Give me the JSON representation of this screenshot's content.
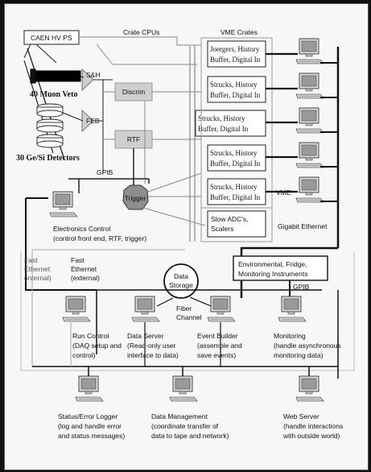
{
  "headers": {
    "crate_cpus": "Crate CPUs",
    "vme_crates": "VME Crates"
  },
  "detector": {
    "caen_hv_ps": "CAEN HV PS",
    "muon_veto": "40 Muon Veto",
    "gesi_detectors": "30 Ge/Si Detectors",
    "sh": "S&H",
    "feb": "FEB",
    "discrim": "Discrim",
    "rtf": "RTF",
    "trigger": "Trigger",
    "gpib_left": "GPIB",
    "gpib_right": "GPIB"
  },
  "vme_boxes": [
    {
      "line1": "Joergers, History",
      "line2": "Buffer, Digital In"
    },
    {
      "line1": "Strucks, History",
      "line2": "Buffer, Digital In"
    },
    {
      "line1": "Strucks, History",
      "line2": "Buffer, Digital In"
    },
    {
      "line1": "Strucks, History",
      "line2": "Buffer, Digital In"
    },
    {
      "line1": "Strucks, History",
      "line2": "Buffer, Digital In"
    },
    {
      "line1": "Slow ADC's,",
      "line2": "Scalers"
    }
  ],
  "vme_label": "VME",
  "gigabit_ethernet": "Gigabit Ethernet",
  "electronics_control": {
    "title": "Electronics Control",
    "desc": "(control front end, RTF, trigger)"
  },
  "fast_ethernet_internal": {
    "l1": "Fast",
    "l2": "Ethernet",
    "l3": "(internal)"
  },
  "fast_ethernet_external": {
    "l1": "Fast",
    "l2": "Ethernet",
    "l3": "(external)"
  },
  "data_storage": {
    "l1": "Data",
    "l2": "Storage"
  },
  "fiber_channel": {
    "l1": "Fiber",
    "l2": "Channel"
  },
  "environmental": {
    "l1": "Environmental, Fridge,",
    "l2": "Monitoring Instruments"
  },
  "nodes": {
    "run_control": {
      "title": "Run Control",
      "d1": "(DAQ setup and",
      "d2": "control)"
    },
    "data_server": {
      "title": "Data Server",
      "d1": "(Read-only user",
      "d2": "interface to data)"
    },
    "event_builder": {
      "title": "Event Builder",
      "d1": "(assemble and",
      "d2": "save events)"
    },
    "monitoring": {
      "title": "Monitoring",
      "d1": "(handle asynchronous",
      "d2": "monitoring data)"
    },
    "status_logger": {
      "title": "Status/Error Logger",
      "d1": "(log and handle error",
      "d2": "and status messages)"
    },
    "data_management": {
      "title": "Data Management",
      "d1": "(coordinate transfer of",
      "d2": "data to tape and network)"
    },
    "web_server": {
      "title": "Web Server",
      "d1": "(handle interactions",
      "d2": "with outside world)"
    }
  }
}
